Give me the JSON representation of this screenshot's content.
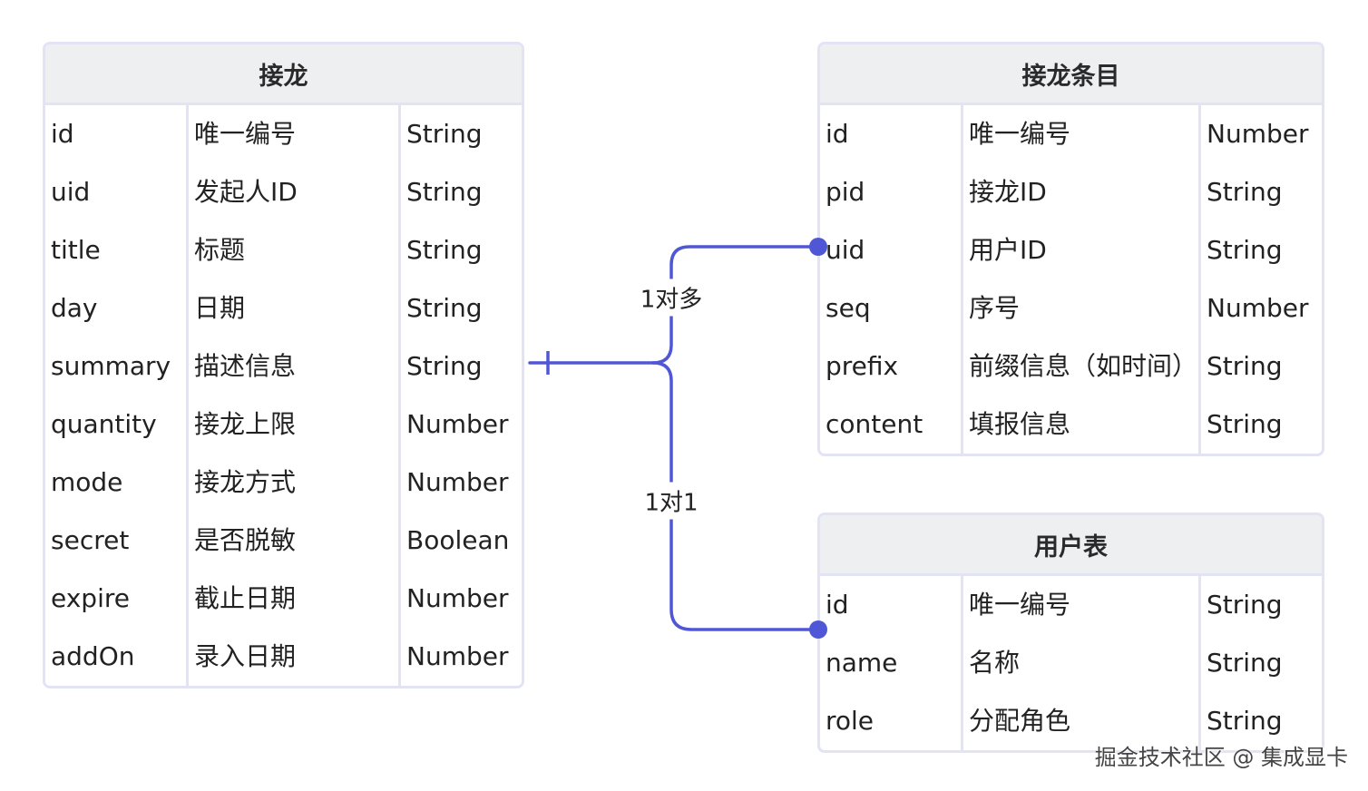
{
  "entities": [
    {
      "name": "接龙",
      "rows": [
        [
          "id",
          "唯一编号",
          "String"
        ],
        [
          "uid",
          "发起人ID",
          "String"
        ],
        [
          "title",
          "标题",
          "String"
        ],
        [
          "day",
          "日期",
          "String"
        ],
        [
          "summary",
          "描述信息",
          "String"
        ],
        [
          "quantity",
          "接龙上限",
          "Number"
        ],
        [
          "mode",
          "接龙方式",
          "Number"
        ],
        [
          "secret",
          "是否脱敏",
          "Boolean"
        ],
        [
          "expire",
          "截止日期",
          "Number"
        ],
        [
          "addOn",
          "录入日期",
          "Number"
        ]
      ]
    },
    {
      "name": "接龙条目",
      "rows": [
        [
          "id",
          "唯一编号",
          "Number"
        ],
        [
          "pid",
          "接龙ID",
          "String"
        ],
        [
          "uid",
          "用户ID",
          "String"
        ],
        [
          "seq",
          "序号",
          "Number"
        ],
        [
          "prefix",
          "前缀信息（如时间）",
          "String"
        ],
        [
          "content",
          "填报信息",
          "String"
        ]
      ]
    },
    {
      "name": "用户表",
      "rows": [
        [
          "id",
          "唯一编号",
          "String"
        ],
        [
          "name",
          "名称",
          "String"
        ],
        [
          "role",
          "分配角色",
          "String"
        ]
      ]
    }
  ],
  "relations": [
    {
      "from": "接龙",
      "to": "接龙条目",
      "label": "1对多"
    },
    {
      "from": "接龙",
      "to": "用户表",
      "label": "1对1"
    }
  ],
  "watermark": "掘金技术社区 @ 集成显卡",
  "colors": {
    "line": "#5057d6",
    "border": "#e3e3f6",
    "header": "#eeeff1"
  }
}
